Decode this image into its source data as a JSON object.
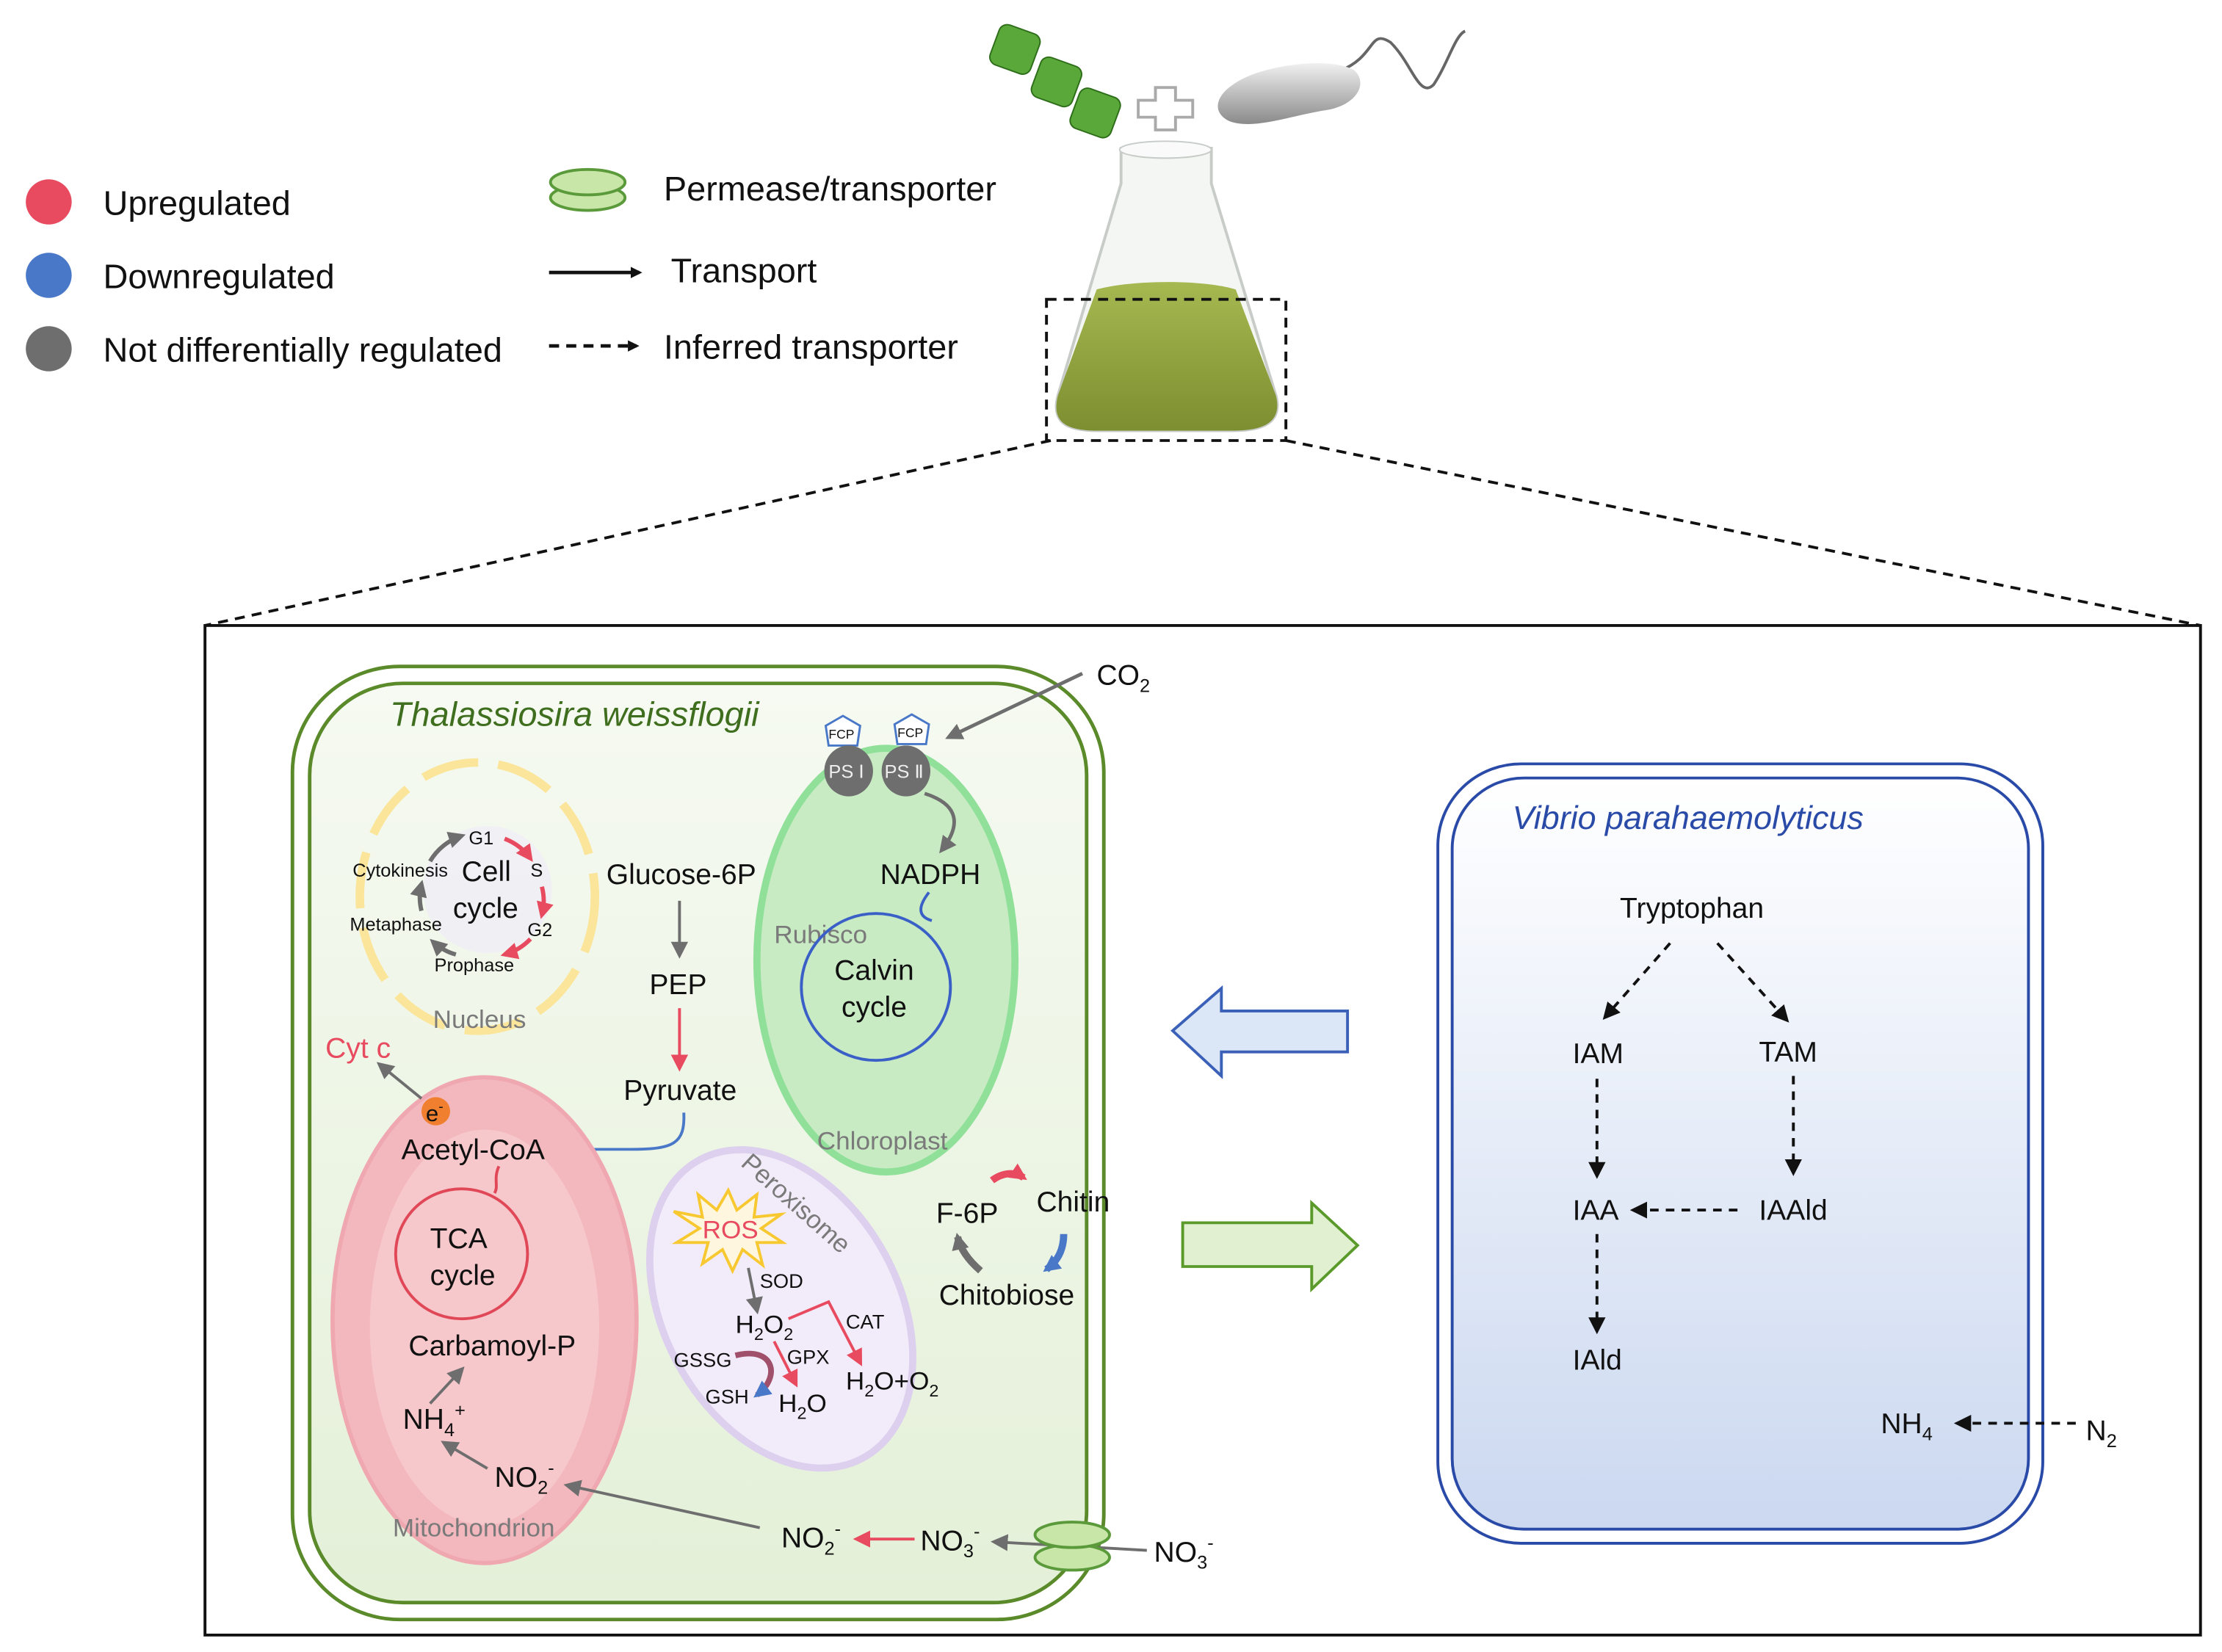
{
  "legend": {
    "up": "Upregulated",
    "down": "Downregulated",
    "ndr": "Not differentially regulated",
    "permease": "Permease/transporter",
    "transport": "Transport",
    "inferred": "Inferred transporter"
  },
  "colors": {
    "up": "#e84a5f",
    "down": "#4a78c8",
    "ndr": "#6e6e6e",
    "diatom_border": "#5a8a2a",
    "vibrio_border": "#2a4aa8"
  },
  "diatom": {
    "title": "Thalassiosira weissflogii",
    "nucleus": {
      "label": "Nucleus",
      "cell": "Cell",
      "cycle": "cycle",
      "g1": "G1",
      "s": "S",
      "g2": "G2",
      "prophase": "Prophase",
      "metaphase": "Metaphase",
      "cytokinesis": "Cytokinesis"
    },
    "chloroplast": {
      "label": "Chloroplast",
      "fcp1": "FCP",
      "fcp2": "FCP",
      "ps1": "PS Ⅰ",
      "ps2": "PS Ⅱ",
      "nadph": "NADPH",
      "rubisco": "Rubisco",
      "calvin1": "Calvin",
      "calvin2": "cycle",
      "co2": "CO",
      "co2_sub": "2"
    },
    "glycolysis": {
      "g6p": "Glucose-6P",
      "pep": "PEP",
      "pyruvate": "Pyruvate"
    },
    "mito": {
      "label": "Mitochondrion",
      "acetyl": "Acetyl-CoA",
      "tca1": "TCA",
      "tca2": "cycle",
      "carbamoyl": "Carbamoyl-P",
      "nh4": "NH",
      "nh4_sub": "4",
      "nh4_sup": "+",
      "no2": "NO",
      "no2_sub": "2",
      "no2_sup": "-",
      "e": "e",
      "e_sup": "-",
      "cytc": "Cyt c"
    },
    "peroxisome": {
      "label": "Peroxisome",
      "ros": "ROS",
      "sod": "SOD",
      "h2o2_a": "H",
      "h2o2_b": "2",
      "h2o2_c": "O",
      "h2o2_d": "2",
      "cat": "CAT",
      "gpx": "GPX",
      "gssg": "GSSG",
      "gsh": "GSH",
      "h2o_a": "H",
      "h2o_b": "2",
      "h2o_c": "O",
      "h2oo2_a": "H",
      "h2oo2_b": "2",
      "h2oo2_c": "O+O",
      "h2oo2_d": "2"
    },
    "chitin": {
      "f6p": "F-6P",
      "chitin": "Chitin",
      "chitobiose": "Chitobiose"
    },
    "nitrogen": {
      "no2": "NO",
      "no2_sub": "2",
      "no2_sup": "-",
      "no3": "NO",
      "no3_sub": "3",
      "no3_sup": "-",
      "no3_out": "NO",
      "no3_out_sub": "3",
      "no3_out_sup": "-"
    }
  },
  "vibrio": {
    "title": "Vibrio parahaemolyticus",
    "tryptophan": "Tryptophan",
    "iam": "IAM",
    "tam": "TAM",
    "iaa": "IAA",
    "iaald": "IAAld",
    "iald": "IAld",
    "nh4": "NH",
    "nh4_sub": "4",
    "n2": "N",
    "n2_sub": "2"
  }
}
